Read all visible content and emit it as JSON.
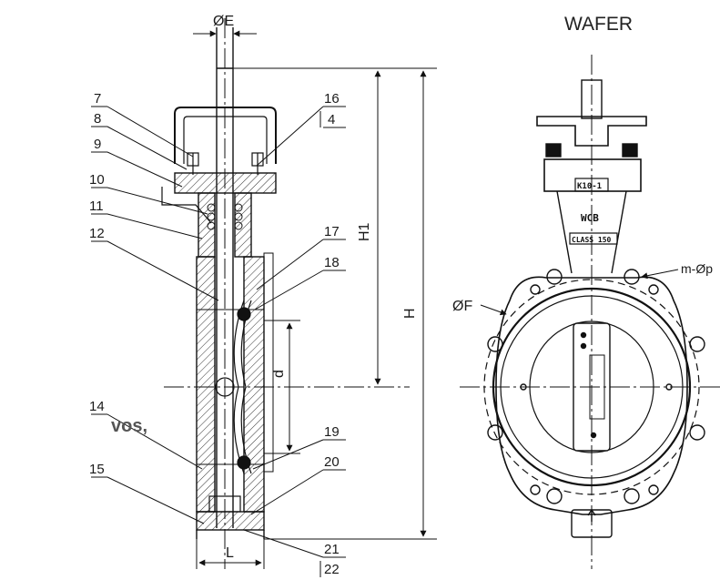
{
  "title": "WAFER",
  "stray_text": "vos,",
  "part_numbers": [
    "7",
    "8",
    "9",
    "10",
    "11",
    "12",
    "14",
    "15",
    "16",
    "4",
    "17",
    "18",
    "19",
    "20",
    "21",
    "22"
  ],
  "dimensions": {
    "stem_diameter": "ØE",
    "height_top": "H1",
    "height_total": "H",
    "bore": "d",
    "face_to_face": "L",
    "flange_circle": "ØF",
    "bolt_holes": "m-Øp"
  },
  "body_markings": {
    "size": "K10-1",
    "material": "WCB",
    "pressure_class": "CLASS 150"
  }
}
